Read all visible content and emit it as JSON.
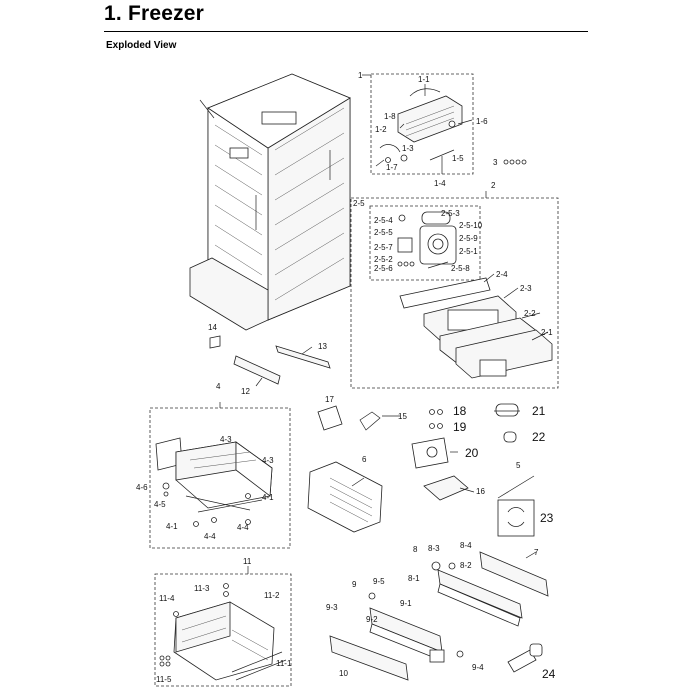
{
  "title": "1.  Freezer",
  "subtitle": "Exploded View",
  "callouts": {
    "c1": "1",
    "c1_1": "1-1",
    "c1_2": "1-2",
    "c1_3": "1-3",
    "c1_4": "1-4",
    "c1_5": "1-5",
    "c1_6": "1-6",
    "c1_7": "1-7",
    "c1_8": "1-8",
    "c2": "2",
    "c2_1": "2-1",
    "c2_2": "2-2",
    "c2_3": "2-3",
    "c2_4": "2-4",
    "c2_5": "2-5",
    "c2_5_1": "2-5-1",
    "c2_5_2": "2-5-2",
    "c2_5_3": "2-5-3",
    "c2_5_4": "2-5-4",
    "c2_5_5": "2-5-5",
    "c2_5_6": "2-5-6",
    "c2_5_7": "2-5-7",
    "c2_5_8": "2-5-8",
    "c2_5_9": "2-5-9",
    "c2_5_10": "2-5-10",
    "c3": "3",
    "c4": "4",
    "c4_1": "4-1",
    "c4_1b": "4-1",
    "c4_3": "4-3",
    "c4_3b": "4-3",
    "c4_4": "4-4",
    "c4_4b": "4-4",
    "c4_5": "4-5",
    "c4_6": "4-6",
    "c5": "5",
    "c6": "6",
    "c7": "7",
    "c8": "8",
    "c8_1": "8-1",
    "c8_2": "8-2",
    "c8_3": "8-3",
    "c8_4": "8-4",
    "c9": "9",
    "c9_1": "9-1",
    "c9_2": "9-2",
    "c9_3": "9-3",
    "c9_4": "9-4",
    "c9_5": "9-5",
    "c10": "10",
    "c11": "11",
    "c11_1": "11-1",
    "c11_2": "11-2",
    "c11_3": "11-3",
    "c11_4": "11-4",
    "c11_5": "11-5",
    "c12": "12",
    "c13": "13",
    "c14": "14",
    "c15": "15",
    "c16": "16",
    "c17": "17",
    "c18": "18",
    "c19": "19",
    "c20": "20",
    "c21": "21",
    "c22": "22",
    "c23": "23",
    "c24": "24"
  }
}
